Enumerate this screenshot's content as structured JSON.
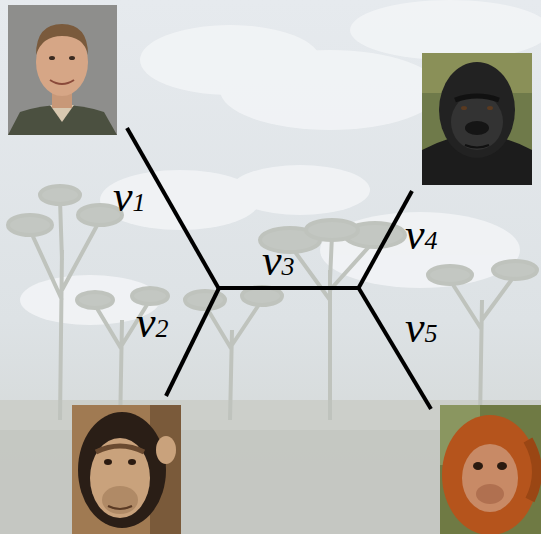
{
  "diagram": {
    "labels": [
      "v1",
      "v2",
      "v3",
      "v4",
      "v5"
    ]
  }
}
